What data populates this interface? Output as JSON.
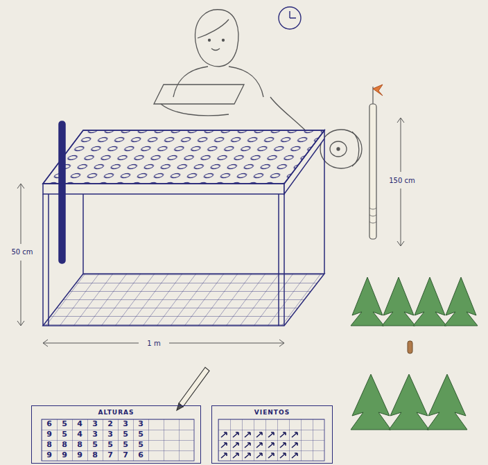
{
  "diagram": {
    "nodes": [
      {
        "text": [
          "ALTURAS"
        ]
      },
      {
        "text": [
          "VIENTOS"
        ]
      }
    ],
    "labels": [
      "50 cm",
      "1 m",
      "150 cm",
      "6",
      "5",
      "4",
      "3",
      "2",
      "3",
      "3",
      "9",
      "5",
      "4",
      "3",
      "3",
      "5",
      "5",
      "8",
      "8",
      "8",
      "5",
      "5",
      "5",
      "5",
      "9",
      "9",
      "9",
      "8",
      "7",
      "7",
      "6"
    ]
  }
}
